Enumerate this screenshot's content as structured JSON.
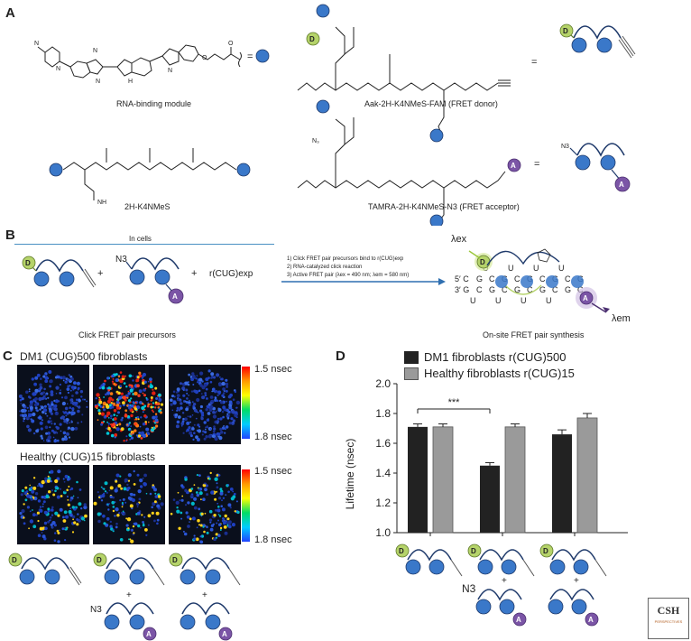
{
  "panel_a": {
    "letter": "A",
    "rna_module_caption": "RNA-binding module",
    "donor_caption": "Aak-2H-K4NMeS-FAM (FRET donor)",
    "peptoid_caption": "2H-K4NMeS",
    "acceptor_caption": "TAMRA-2H-K4NMeS-N3 (FRET acceptor)",
    "equals": "="
  },
  "panel_b": {
    "letter": "B",
    "in_cells": "In cells",
    "plus": "+",
    "n3": "N3",
    "target": "r(CUG)exp",
    "steps": [
      "1) Click FRET pair precursors bind to r(CUG)exp",
      "2) RNA-catalyzed click reaction",
      "3) Active FRET pair (λex = 490 nm; λem = 580 nm)"
    ],
    "precursors_caption": "Click FRET pair precursors",
    "synthesis_caption": "On-site FRET pair synthesis",
    "lambda_ex": "λex",
    "lambda_em": "λem",
    "strand_top_label": "5′ C",
    "strand_bottom_label": "3′ G",
    "loop_top": [
      "U",
      "U",
      "U",
      "U"
    ],
    "loop_bottom": [
      "U",
      "U",
      "U",
      "U"
    ],
    "strand_top_bases": [
      "G",
      "C",
      "G",
      "C",
      "G",
      "C",
      "G",
      "C",
      "G"
    ],
    "strand_bottom_bases": [
      "C",
      "G",
      "C",
      "G",
      "C",
      "G",
      "C",
      "G",
      "C"
    ]
  },
  "panel_c": {
    "letter": "C",
    "dm1_title": "DM1 (CUG)500 fibroblasts",
    "healthy_title": "Healthy (CUG)15 fibroblasts",
    "scale_top": "1.5 nsec",
    "scale_bottom": "1.8 nsec",
    "plus": "+",
    "n3": "N3"
  },
  "panel_d": {
    "letter": "D",
    "significance": "***",
    "plus": "+",
    "n3": "N3"
  },
  "logo": {
    "text": "CSH",
    "subtext": "PERSPECTIVES"
  },
  "colors": {
    "probe_blue": "#3a78c9",
    "linker_navy": "#1f3a6b",
    "donor_green": "#b5d36a",
    "acceptor_purple": "#7b55a6",
    "dm1_bar": "#222222",
    "healthy_bar": "#9a9a9a",
    "arrow_blue": "#2f6fb0"
  },
  "chart_data": {
    "type": "bar",
    "categories": [
      "Donor alone",
      "Donor + Acceptor",
      "Donor precursor + Acceptor (no N3)"
    ],
    "series": [
      {
        "name": "DM1 fibroblasts r(CUG)500",
        "values": [
          1.71,
          1.45,
          1.66
        ],
        "errors": [
          0.02,
          0.02,
          0.03
        ]
      },
      {
        "name": "Healthy fibroblasts r(CUG)15",
        "values": [
          1.71,
          1.71,
          1.77
        ],
        "errors": [
          0.02,
          0.02,
          0.03
        ]
      }
    ],
    "ylabel": "Lifetime (nsec)",
    "ylim": [
      1.0,
      2.0
    ],
    "yticks": [
      "1.0",
      "1.2",
      "1.4",
      "1.6",
      "1.8",
      "2.0"
    ],
    "legend_position": "top"
  }
}
